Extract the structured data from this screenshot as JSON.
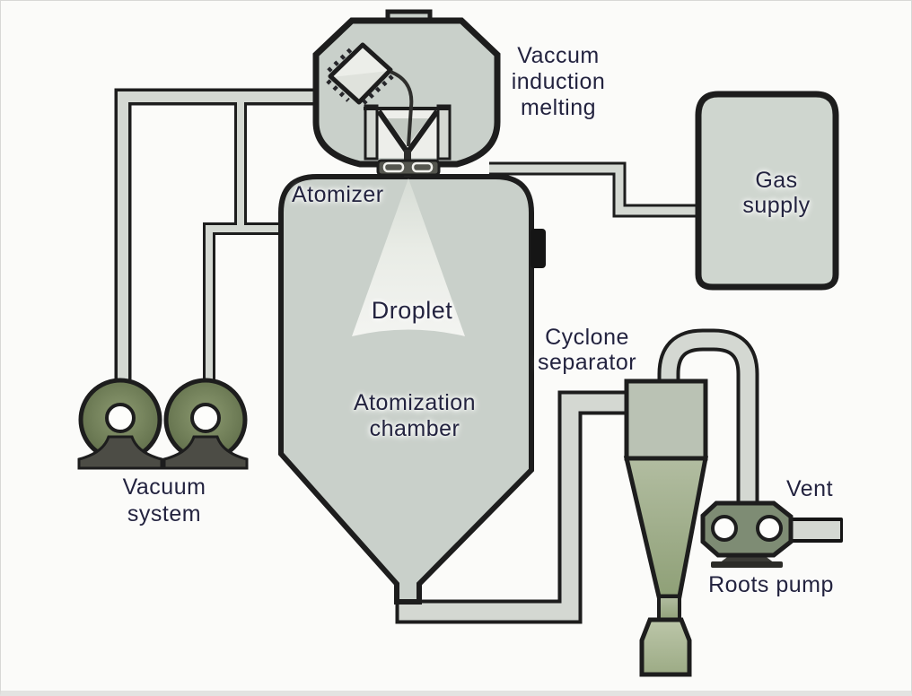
{
  "diagram": {
    "type": "process-equipment-schematic",
    "subject": "gas atomization metal powder production system"
  },
  "labels": {
    "vacuum_induction_melting": {
      "lines": [
        "Vaccum",
        "induction",
        "melting"
      ]
    },
    "atomizer": "Atomizer",
    "droplet": "Droplet",
    "atomization_chamber": {
      "lines": [
        "Atomization",
        "chamber"
      ]
    },
    "cyclone_separator": {
      "lines": [
        "Cyclone",
        "separator"
      ]
    },
    "vacuum_system": {
      "lines": [
        "Vacuum",
        "system"
      ]
    },
    "gas_supply": {
      "lines": [
        "Gas",
        "supply"
      ]
    },
    "vent": "Vent",
    "roots_pump": "Roots pump"
  },
  "colors": {
    "background": "#fbfbf9",
    "outline": "#1d1d1d",
    "vessel_fill": "#c9d0ca",
    "tank_fill": "#cfd6cf",
    "pipe_fill": "#d4d8d2",
    "spray_top": "#d6dcd5",
    "spray_mid": "#e9ece6",
    "spray_bottom": "#f3f4f1",
    "cyclone_body_fill": "#bac2b4",
    "cyclone_cone_top": "#b2bda1",
    "cyclone_cone_bottom": "#8fa077",
    "collector_top": "#bcc6a9",
    "collector_bottom": "#9cab85",
    "pump_center": "#7f8d65",
    "pump_edge": "#5f6d49",
    "pump_base": "#4c4c45",
    "roots_body_fill": "#7e8c74",
    "roots_base": "#3c3c37",
    "crucible_fill": "#eceee9",
    "melt_fill": "#dfe2dc",
    "funnel_interior": "#edeeea",
    "funnel_melt": "#c2c8c1",
    "atomizer_bar": "#55564f",
    "text": "#23233f"
  }
}
